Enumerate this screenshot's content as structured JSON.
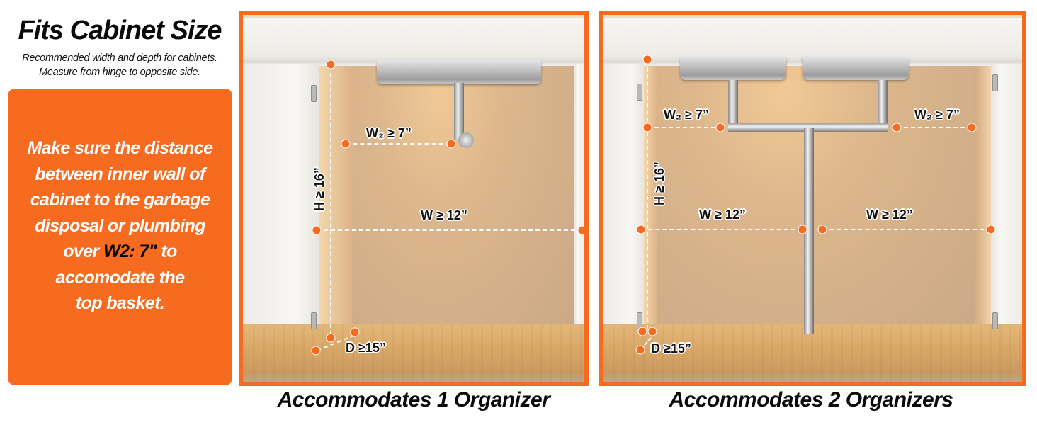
{
  "header": {
    "title": "Fits Cabinet Size",
    "subtitle_line1": "Recommended width and depth for cabinets.",
    "subtitle_line2": "Measure from hinge to opposite side."
  },
  "callout": {
    "lines": [
      "Make sure the distance",
      "between inner wall of",
      "cabinet to the garbage",
      "disposal  or plumbing"
    ],
    "line5_prefix": "over ",
    "line5_highlight": "W2: 7\"",
    "line5_suffix": " to",
    "line6": "accomodate the",
    "line7": "top basket.",
    "background_color": "#f76b21"
  },
  "panels": [
    {
      "caption": "Accommodates 1 Organizer",
      "labels": {
        "w2": "W₂ ≥ 7”",
        "w": "W ≥ 12”",
        "h": "H ≥ 16”",
        "d": "D ≥15”"
      }
    },
    {
      "caption": "Accommodates 2 Organizers",
      "labels": {
        "w2_left": "W₂ ≥ 7”",
        "w2_right": "W₂ ≥ 7”",
        "w_left": "W ≥ 12”",
        "w_right": "W ≥ 12”",
        "h": "H ≥ 16”",
        "d": "D ≥15”"
      }
    }
  ],
  "colors": {
    "accent": "#f76b21",
    "text": "#0a0a0a",
    "dash": "#ffffff"
  }
}
